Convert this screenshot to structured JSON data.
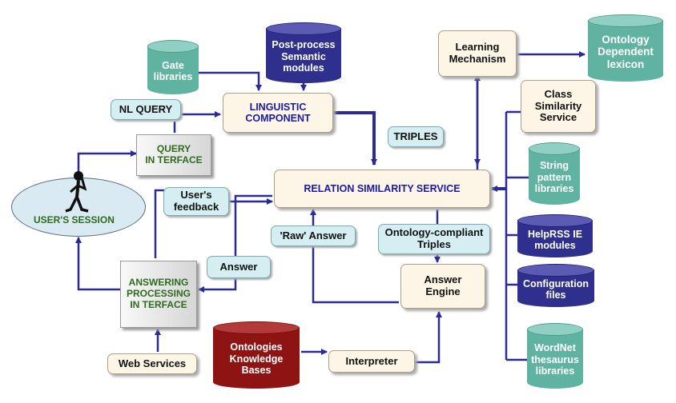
{
  "nodes": {
    "post_process": "Post-process\nSemantic\nmodules",
    "gate": "Gate\nlibraries",
    "learning": "Learning\nMechanism",
    "ontology_lexicon": "Ontology\nDependent\nlexicon",
    "nl_query": "NL QUERY",
    "linguistic": "LINGUISTIC\nCOMPONENT",
    "class_sim": "Class\nSimilarity\nService",
    "triples": "TRIPLES",
    "query_if": "QUERY\nIN TERFACE",
    "string_pattern": "String\npattern\nlibraries",
    "relation_sim": "RELATION SIMILARITY SERVICE",
    "users_feedback": "User's\nfeedback",
    "users_session": "USER'S SESSION",
    "helprss": "HelpRSS IE\nmodules",
    "raw_answer": "'Raw' Answer",
    "ontology_triples": "Ontology-compliant\nTriples",
    "config": "Configuration\nfiles",
    "answer": "Answer",
    "answering_if": "ANSWERING\nPROCESSING\nIN TERFACE",
    "answer_engine": "Answer\nEngine",
    "ontologies": "Ontologies\nKnowledge\nBases",
    "interpreter": "Interpreter",
    "wordnet": "WordNet\nthesaurus\nlibraries",
    "web_services": "Web Services"
  },
  "colors": {
    "connector": "#2b2b96",
    "teal_store": "#5fb3a0",
    "navy_store": "#2f2f8e",
    "maroon_store": "#8e1414",
    "cream_box": "#fdf6e6",
    "label_box": "#d4eef2"
  },
  "icons": {
    "user_figure": "stick-figure-thinking-icon"
  }
}
